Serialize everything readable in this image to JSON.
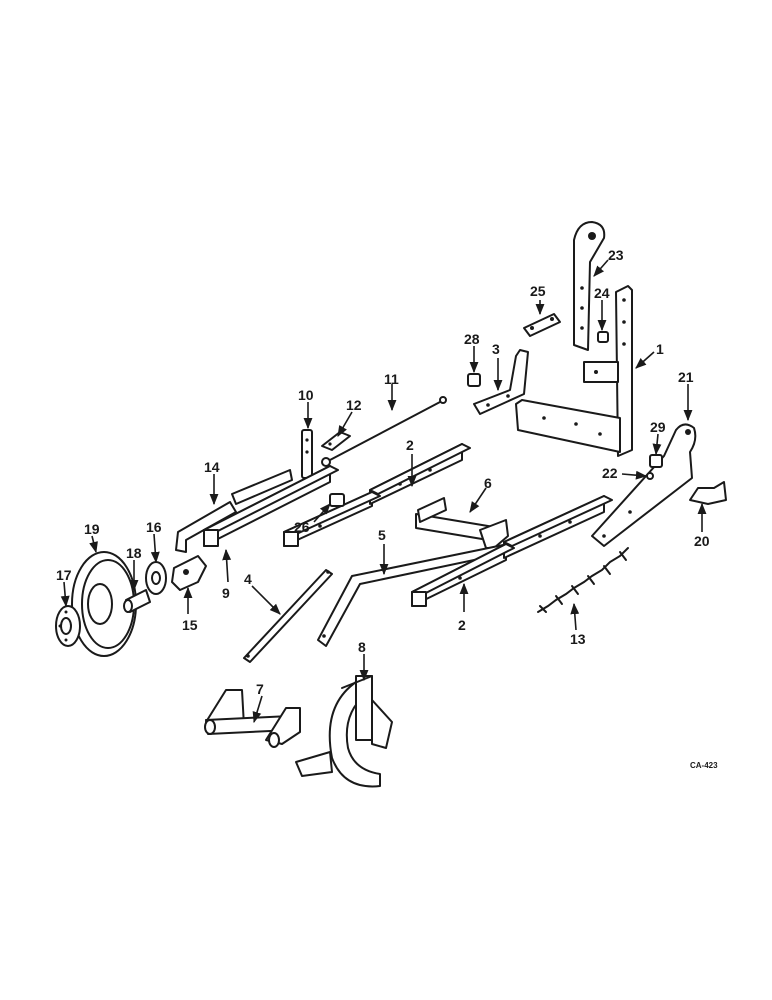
{
  "labels": {
    "p1": "1",
    "p2a": "2",
    "p2b": "2",
    "p3": "3",
    "p4": "4",
    "p5": "5",
    "p6": "6",
    "p7": "7",
    "p8": "8",
    "p9": "9",
    "p10": "10",
    "p11": "11",
    "p12": "12",
    "p13": "13",
    "p14": "14",
    "p15": "15",
    "p16": "16",
    "p17": "17",
    "p18": "18",
    "p19": "19",
    "p20": "20",
    "p21": "21",
    "p22": "22",
    "p23": "23",
    "p24": "24",
    "p25": "25",
    "p26": "26",
    "p28": "28",
    "p29": "29"
  },
  "drawing_code": "CA-423"
}
